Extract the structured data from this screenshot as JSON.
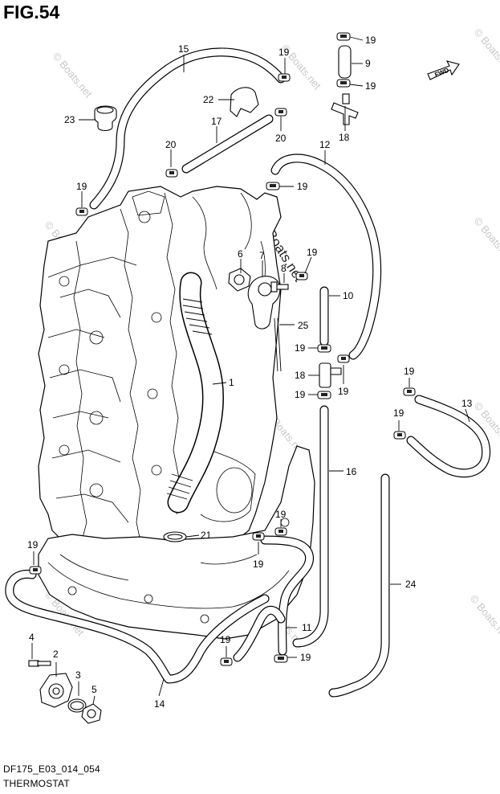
{
  "figure": {
    "title": "FIG.54",
    "code": "DF175_E03_014_054",
    "caption": "THERMOSTAT",
    "fwd_label": "FWD"
  },
  "watermark": {
    "text": "© Boats.net",
    "prominent_text": "© Boats.net"
  },
  "callouts": [
    {
      "id": "c15",
      "label": "15"
    },
    {
      "id": "c19a",
      "label": "19"
    },
    {
      "id": "c9",
      "label": "9"
    },
    {
      "id": "c19b",
      "label": "19"
    },
    {
      "id": "c19c",
      "label": "19"
    },
    {
      "id": "c22",
      "label": "22"
    },
    {
      "id": "c23",
      "label": "23"
    },
    {
      "id": "c17",
      "label": "17"
    },
    {
      "id": "c20a",
      "label": "20"
    },
    {
      "id": "c20b",
      "label": "20"
    },
    {
      "id": "c18a",
      "label": "18"
    },
    {
      "id": "c12",
      "label": "12"
    },
    {
      "id": "c19d",
      "label": "19"
    },
    {
      "id": "c19e",
      "label": "19"
    },
    {
      "id": "c6",
      "label": "6"
    },
    {
      "id": "c7",
      "label": "7"
    },
    {
      "id": "c8",
      "label": "8"
    },
    {
      "id": "c19f",
      "label": "19"
    },
    {
      "id": "c10",
      "label": "10"
    },
    {
      "id": "c25",
      "label": "25"
    },
    {
      "id": "c19g",
      "label": "19"
    },
    {
      "id": "c18b",
      "label": "18"
    },
    {
      "id": "c19h",
      "label": "19"
    },
    {
      "id": "c19i",
      "label": "19"
    },
    {
      "id": "c19j",
      "label": "19"
    },
    {
      "id": "c13",
      "label": "13"
    },
    {
      "id": "c19k",
      "label": "19"
    },
    {
      "id": "c1",
      "label": "1"
    },
    {
      "id": "c16",
      "label": "16"
    },
    {
      "id": "c21",
      "label": "21"
    },
    {
      "id": "c19l",
      "label": "19"
    },
    {
      "id": "c19m",
      "label": "19"
    },
    {
      "id": "c19n",
      "label": "19"
    },
    {
      "id": "c24",
      "label": "24"
    },
    {
      "id": "c11",
      "label": "11"
    },
    {
      "id": "c4",
      "label": "4"
    },
    {
      "id": "c2",
      "label": "2"
    },
    {
      "id": "c3",
      "label": "3"
    },
    {
      "id": "c5",
      "label": "5"
    },
    {
      "id": "c19o",
      "label": "19"
    },
    {
      "id": "c19p",
      "label": "19"
    },
    {
      "id": "c14",
      "label": "14"
    }
  ]
}
